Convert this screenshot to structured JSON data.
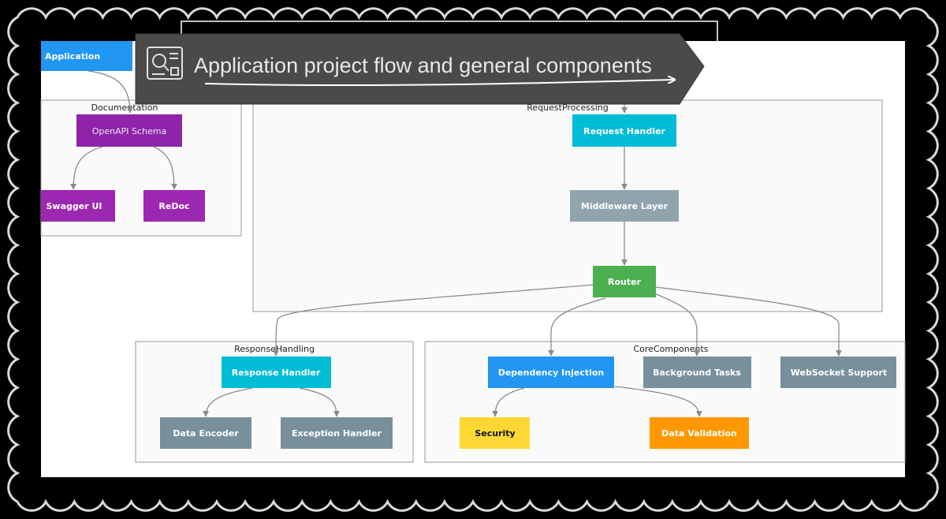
{
  "banner": {
    "title": "Application project flow and general components",
    "icon": "diagram-icon"
  },
  "clusters": {
    "documentation": "Documentation",
    "request_processing": "RequestProcessing",
    "response_handling": "ResponseHandling",
    "core_components": "CoreComponents"
  },
  "nodes": {
    "application": "Application",
    "openapi_schema": "OpenAPI Schema",
    "swagger_ui": "Swagger UI",
    "redoc": "ReDoc",
    "request_handler": "Request Handler",
    "middleware_layer": "Middleware Layer",
    "router": "Router",
    "response_handler": "Response Handler",
    "data_encoder": "Data Encoder",
    "exception_handler": "Exception Handler",
    "dependency_injection": "Dependency Injection",
    "background_tasks": "Background Tasks",
    "websocket_support": "WebSocket Support",
    "security": "Security",
    "data_validation": "Data Validation"
  },
  "colors": {
    "blue": "#2196f3",
    "purple": "#8e24aa",
    "cyan": "#00bcd4",
    "gray": "#78909c",
    "green": "#4caf50",
    "yellow": "#fdd835",
    "orange": "#ff9800",
    "banner": "#4a4a4a"
  }
}
